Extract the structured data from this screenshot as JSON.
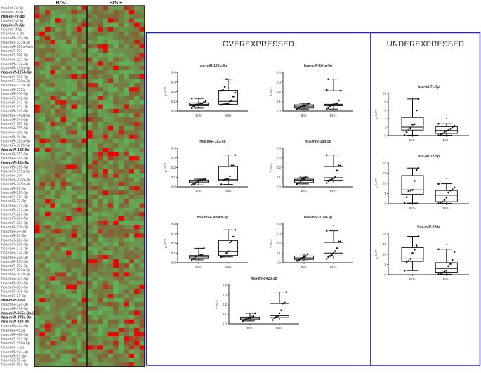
{
  "chart_data": [
    {
      "type": "heatmap",
      "column_groups": [
        {
          "label": "BrS -",
          "columns": 10
        },
        {
          "label": "BrS +",
          "columns": 11
        }
      ],
      "color_scale": {
        "low": "#5fb35a",
        "mid": "#7b6b3c",
        "high": "#ee0000"
      },
      "rows": [
        {
          "label": "hsa-let-7a-5p"
        },
        {
          "label": "hsa-let-7b-5p"
        },
        {
          "label": "hsa-let-7c-5p",
          "bold": true
        },
        {
          "label": "hsa-let-7d-5p"
        },
        {
          "label": "hsa-let-7e-5p",
          "bold": true
        },
        {
          "label": "hsa-let-7f-5p"
        },
        {
          "label": "hsa-miR-1-3p"
        },
        {
          "label": "hsa-miR-100-5p"
        },
        {
          "label": "hsa-miR-103a-3p"
        },
        {
          "label": "hsa-miR-106a-5p/miR-17-5p"
        },
        {
          "label": "hsa-miR-107"
        },
        {
          "label": "hsa-miR-10b-5p"
        },
        {
          "label": "hsa-miR-122-5p"
        },
        {
          "label": "hsa-miR-124-3p"
        },
        {
          "label": "hsa-miR-125a-5p"
        },
        {
          "label": "hsa-miR-125b-5p",
          "bold": true
        },
        {
          "label": "hsa-miR-126-3p"
        },
        {
          "label": "hsa-miR-130a-3p"
        },
        {
          "label": "hsa-miR-133a-3p"
        },
        {
          "label": "hsa-miR-133b"
        },
        {
          "label": "hsa-miR-140-5p"
        },
        {
          "label": "hsa-miR-142-3p"
        },
        {
          "label": "hsa-miR-143-3p"
        },
        {
          "label": "hsa-miR-144-3p"
        },
        {
          "label": "hsa-miR-145-5p"
        },
        {
          "label": "hsa-miR-146a-5p"
        },
        {
          "label": "hsa-miR-149-5p"
        },
        {
          "label": "hsa-miR-150-5p"
        },
        {
          "label": "hsa-miR-155-5p"
        },
        {
          "label": "hsa-miR-15b-5p"
        },
        {
          "label": "hsa-miR-16-5p"
        },
        {
          "label": "hsa-miR-181a-5p"
        },
        {
          "label": "hsa-miR-181b-5p"
        },
        {
          "label": "hsa-miR-182-5p",
          "bold": true
        },
        {
          "label": "hsa-miR-183-5p"
        },
        {
          "label": "hsa-miR-185-5p"
        },
        {
          "label": "hsa-miR-18b-5p",
          "bold": true
        },
        {
          "label": "hsa-miR-195-5p"
        },
        {
          "label": "hsa-miR-199a-5p"
        },
        {
          "label": "hsa-miR-206"
        },
        {
          "label": "hsa-miR-208a-3p"
        },
        {
          "label": "hsa-miR-208b-3p"
        },
        {
          "label": "hsa-miR-21-5p"
        },
        {
          "label": "hsa-miR-210-3p"
        },
        {
          "label": "hsa-miR-214-3p"
        },
        {
          "label": "hsa-miR-22-3p"
        },
        {
          "label": "hsa-miR-221-3p"
        },
        {
          "label": "hsa-miR-222-3p"
        },
        {
          "label": "hsa-miR-223-3p"
        },
        {
          "label": "hsa-miR-224-5p"
        },
        {
          "label": "hsa-miR-23a-3p"
        },
        {
          "label": "hsa-miR-23b-3p"
        },
        {
          "label": "hsa-miR-24-3p"
        },
        {
          "label": "hsa-miR-25-3p"
        },
        {
          "label": "hsa-miR-26a-5p"
        },
        {
          "label": "hsa-miR-26b-5p"
        },
        {
          "label": "hsa-miR-27a-3p"
        },
        {
          "label": "hsa-miR-27b-3p"
        },
        {
          "label": "hsa-miR-29a-3p"
        },
        {
          "label": "hsa-miR-29b-3p"
        },
        {
          "label": "hsa-miR-29c-3p"
        },
        {
          "label": "hsa-miR-302a-3p"
        },
        {
          "label": "hsa-miR-302b-3p"
        },
        {
          "label": "hsa-miR-30a-5p"
        },
        {
          "label": "hsa-miR-30c-5p"
        },
        {
          "label": "hsa-miR-30d-5p"
        },
        {
          "label": "hsa-miR-30e-5p"
        },
        {
          "label": "hsa-miR-31-5p"
        },
        {
          "label": "hsa-miR-320a",
          "bold": true
        },
        {
          "label": "hsa-miR-328-3p"
        },
        {
          "label": "hsa-miR-342-3p"
        },
        {
          "label": "hsa-miR-365a-3p/365b-3p",
          "bold": true
        },
        {
          "label": "hsa-miR-378a-3p",
          "bold": true
        },
        {
          "label": "hsa-miR-423-3p",
          "bold": true
        },
        {
          "label": "hsa-miR-424-5p"
        },
        {
          "label": "hsa-miR-451a"
        },
        {
          "label": "hsa-miR-486-5p"
        },
        {
          "label": "hsa-miR-494-3p"
        },
        {
          "label": "hsa-miR-499a-5p"
        },
        {
          "label": "hsa-miR-7-5p"
        },
        {
          "label": "hsa-miR-92a-3p"
        },
        {
          "label": "hsa-miR-93-5p"
        },
        {
          "label": "hsa-miR-98-5p"
        },
        {
          "label": "hsa-miR-99a-5p"
        }
      ]
    },
    {
      "type": "box",
      "panels": [
        {
          "title": "OVEREXPRESSED",
          "color": "#2222cc"
        },
        {
          "title": "UNDEREXPRESSED",
          "color": "#2222cc"
        }
      ],
      "ylabel_base": "2",
      "ylabel_exp": "-ΔΔCT",
      "categories": [
        "BrS-",
        "BrS+"
      ],
      "plots": [
        {
          "panel": 0,
          "title": "hsa-miR-125b-5p",
          "ylim": [
            0,
            0.4
          ],
          "yticks": [
            "0.0",
            "0.1",
            "0.2",
            "0.3",
            "0.4"
          ],
          "groups": [
            {
              "min": 0.03,
              "q1": 0.055,
              "median": 0.07,
              "q3": 0.085,
              "max": 0.13,
              "points": [
                0.03,
                0.05,
                0.06,
                0.07,
                0.07,
                0.08,
                0.08,
                0.09,
                0.1,
                0.13
              ]
            },
            {
              "min": 0.065,
              "q1": 0.07,
              "median": 0.1,
              "q3": 0.215,
              "max": 0.33,
              "outlier": 0.38,
              "points": [
                0.065,
                0.07,
                0.07,
                0.075,
                0.08,
                0.1,
                0.11,
                0.15,
                0.19,
                0.21,
                0.22,
                0.25,
                0.33
              ]
            }
          ]
        },
        {
          "panel": 0,
          "title": "hsa-miR-101a-5p",
          "ylim": [
            0,
            0.4
          ],
          "yticks": [
            "0.0",
            "0.1",
            "0.2",
            "0.3",
            "0.4"
          ],
          "groups": [
            {
              "min": 0.02,
              "q1": 0.03,
              "median": 0.05,
              "q3": 0.065,
              "max": 0.08,
              "points": [
                0.02,
                0.03,
                0.04,
                0.05,
                0.05,
                0.06,
                0.07,
                0.08
              ]
            },
            {
              "min": 0.02,
              "q1": 0.055,
              "median": 0.07,
              "q3": 0.21,
              "max": 0.33,
              "outlier": 0.38,
              "points": [
                0.02,
                0.03,
                0.05,
                0.06,
                0.07,
                0.07,
                0.08,
                0.11,
                0.21,
                0.22,
                0.33
              ]
            }
          ]
        },
        {
          "panel": 0,
          "title": "hsa-miR-182-5p",
          "ylim": [
            0,
            0.4
          ],
          "yticks": [
            "0.0",
            "0.1",
            "0.2",
            "0.3",
            "0.4"
          ],
          "groups": [
            {
              "min": 0.02,
              "q1": 0.04,
              "median": 0.05,
              "q3": 0.07,
              "max": 0.08,
              "points": [
                0.02,
                0.03,
                0.04,
                0.05,
                0.06,
                0.07,
                0.07,
                0.08,
                0.08
              ]
            },
            {
              "min": 0.025,
              "q1": 0.065,
              "median": 0.075,
              "q3": 0.21,
              "max": 0.33,
              "outlier": 0.38,
              "points": [
                0.025,
                0.07,
                0.075,
                0.08,
                0.08,
                0.11,
                0.22,
                0.22,
                0.33
              ]
            }
          ]
        },
        {
          "panel": 0,
          "title": "hsa-miR-18b-5p",
          "ylim": [
            0,
            0.4
          ],
          "yticks": [
            "0.0",
            "0.1",
            "0.2",
            "0.3",
            "0.4"
          ],
          "groups": [
            {
              "min": 0.03,
              "q1": 0.045,
              "median": 0.07,
              "q3": 0.08,
              "max": 0.1,
              "points": [
                0.03,
                0.04,
                0.06,
                0.08,
                0.08,
                0.1
              ]
            },
            {
              "min": 0.04,
              "q1": 0.07,
              "median": 0.095,
              "q3": 0.21,
              "max": 0.33,
              "outlier": 0.38,
              "points": [
                0.04,
                0.06,
                0.07,
                0.08,
                0.09,
                0.1,
                0.17,
                0.22,
                0.22,
                0.33
              ]
            }
          ]
        },
        {
          "panel": 0,
          "title": "hsa-miR-365a/b-3p",
          "ylim": [
            0,
            0.4
          ],
          "yticks": [
            "0.0",
            "0.1",
            "0.2",
            "0.3",
            "0.4"
          ],
          "groups": [
            {
              "min": 0.03,
              "q1": 0.05,
              "median": 0.065,
              "q3": 0.075,
              "max": 0.15,
              "points": [
                0.03,
                0.04,
                0.06,
                0.07,
                0.07,
                0.08,
                0.08,
                0.15
              ]
            },
            {
              "min": 0.06,
              "q1": 0.075,
              "median": 0.115,
              "q3": 0.23,
              "max": 0.34,
              "outlier": 0.39,
              "points": [
                0.06,
                0.065,
                0.07,
                0.1,
                0.12,
                0.21,
                0.22,
                0.27,
                0.34
              ]
            }
          ]
        },
        {
          "panel": 0,
          "title": "hsa-miR-378a-3p",
          "ylim": [
            0,
            0.4
          ],
          "yticks": [
            "0.0",
            "0.1",
            "0.2",
            "0.3",
            "0.4"
          ],
          "groups": [
            {
              "min": 0.02,
              "q1": 0.035,
              "median": 0.05,
              "q3": 0.07,
              "max": 0.09,
              "points": [
                0.02,
                0.03,
                0.04,
                0.05,
                0.06,
                0.07,
                0.09
              ]
            },
            {
              "min": 0.04,
              "q1": 0.07,
              "median": 0.1,
              "q3": 0.21,
              "max": 0.33,
              "outlier": 0.38,
              "points": [
                0.04,
                0.06,
                0.07,
                0.08,
                0.1,
                0.12,
                0.15,
                0.22,
                0.22,
                0.33
              ]
            }
          ]
        },
        {
          "panel": 0,
          "title": "hsa-miR-423-3p",
          "ylim": [
            0,
            0.4
          ],
          "yticks": [
            "0.0",
            "0.1",
            "0.2",
            "0.3",
            "0.4"
          ],
          "groups": [
            {
              "min": 0.03,
              "q1": 0.04,
              "median": 0.05,
              "q3": 0.07,
              "max": 0.11,
              "points": [
                0.03,
                0.04,
                0.05,
                0.06,
                0.06,
                0.07,
                0.08,
                0.11
              ]
            },
            {
              "min": 0.04,
              "q1": 0.065,
              "median": 0.085,
              "q3": 0.21,
              "max": 0.33,
              "outlier": 0.38,
              "points": [
                0.04,
                0.06,
                0.07,
                0.08,
                0.11,
                0.14,
                0.21,
                0.22,
                0.33
              ]
            }
          ]
        },
        {
          "panel": 1,
          "title": "hsa-let-7c-5p",
          "ylim": [
            0,
            10
          ],
          "yticks": [
            "0",
            "2",
            "4",
            "6",
            "8",
            "10"
          ],
          "groups": [
            {
              "min": 0.1,
              "q1": 1.3,
              "median": 2,
              "q3": 4.3,
              "max": 8.7,
              "points": [
                0.1,
                0.8,
                1.5,
                1.8,
                2.6,
                2.7,
                6,
                8.7
              ]
            },
            {
              "min": 0.1,
              "q1": 0.5,
              "median": 1.2,
              "q3": 2.1,
              "max": 2.8,
              "outlier": 4.1,
              "points": [
                0.1,
                0.3,
                0.5,
                0.8,
                1,
                1.3,
                1.6,
                2,
                2.3,
                2.8
              ]
            }
          ]
        },
        {
          "panel": 1,
          "title": "hsa-let-7e-5p",
          "ylim": [
            0,
            20
          ],
          "yticks": [
            "0",
            "5",
            "10",
            "15",
            "20"
          ],
          "groups": [
            {
              "min": 0.3,
              "q1": 4.7,
              "median": 6.8,
              "q3": 13.8,
              "max": 17.5,
              "points": [
                0.3,
                3.2,
                6,
                6.5,
                6.8,
                11.2,
                16.5,
                17.5
              ]
            },
            {
              "min": 0.2,
              "q1": 1,
              "median": 4.2,
              "q3": 6.5,
              "max": 9.8,
              "outlier": 12.3,
              "points": [
                0.2,
                0.5,
                1,
                1.8,
                3,
                5.5,
                6.5,
                7,
                8,
                9.8
              ]
            }
          ]
        },
        {
          "panel": 1,
          "title": "hsa-miR-320a",
          "ylim": [
            0,
            20
          ],
          "yticks": [
            "0",
            "5",
            "10",
            "15",
            "20"
          ],
          "groups": [
            {
              "min": 2,
              "q1": 6.5,
              "median": 7.8,
              "q3": 13.3,
              "max": 18.8,
              "points": [
                2,
                6.2,
                6.8,
                7.8,
                10.6,
                12.3,
                14.3,
                18.8
              ]
            },
            {
              "min": 0.2,
              "q1": 1.2,
              "median": 3,
              "q3": 5.9,
              "max": 12.5,
              "outlier": 14.8,
              "points": [
                0.2,
                0.5,
                1,
                1.5,
                2,
                4.2,
                5.3,
                7.2,
                11.2,
                12.5
              ]
            }
          ]
        }
      ]
    }
  ]
}
